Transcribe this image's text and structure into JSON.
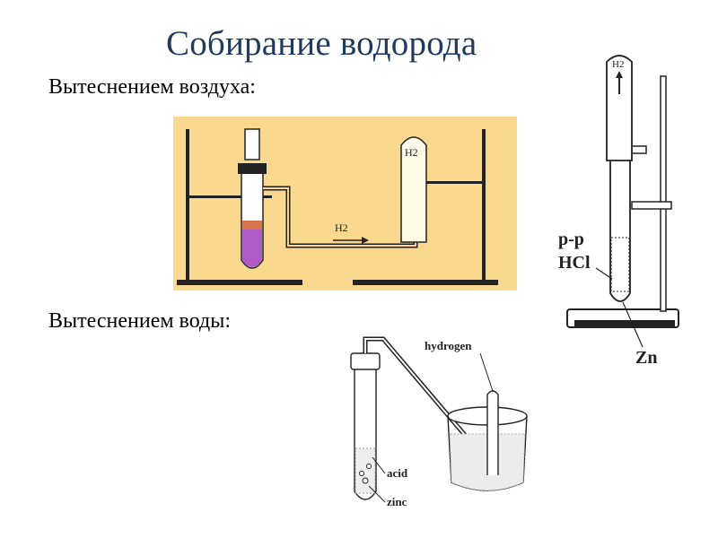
{
  "slide": {
    "title": "Собирание водорода",
    "method_air": "Вытеснением воздуха:",
    "method_water": "Вытеснением воды:"
  },
  "figure_air": {
    "background": "#fad88e",
    "gas_label": "H2",
    "tube_label": "H2"
  },
  "figure_stand": {
    "tube_label": "H2",
    "solution_label_1": "р-р",
    "solution_label_2": "HCl",
    "metal_label": "Zn"
  },
  "figure_water": {
    "hydrogen_label": "hydrogen",
    "acid_label": "acid",
    "zinc_label": "zinc"
  }
}
